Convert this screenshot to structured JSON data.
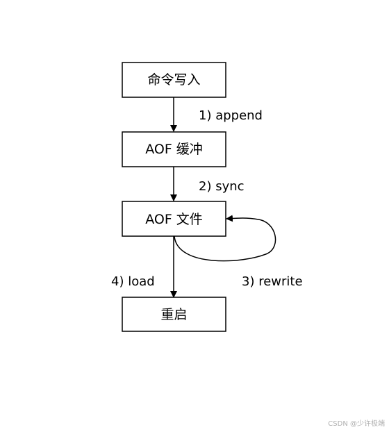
{
  "nodes": {
    "command_write": "命令写入",
    "aof_buffer": "AOF 缓冲",
    "aof_file": "AOF 文件",
    "restart": "重启"
  },
  "edges": {
    "append": "1) append",
    "sync": "2) sync",
    "rewrite": "3) rewrite",
    "load": "4) load"
  },
  "watermark": "CSDN @少许极端"
}
